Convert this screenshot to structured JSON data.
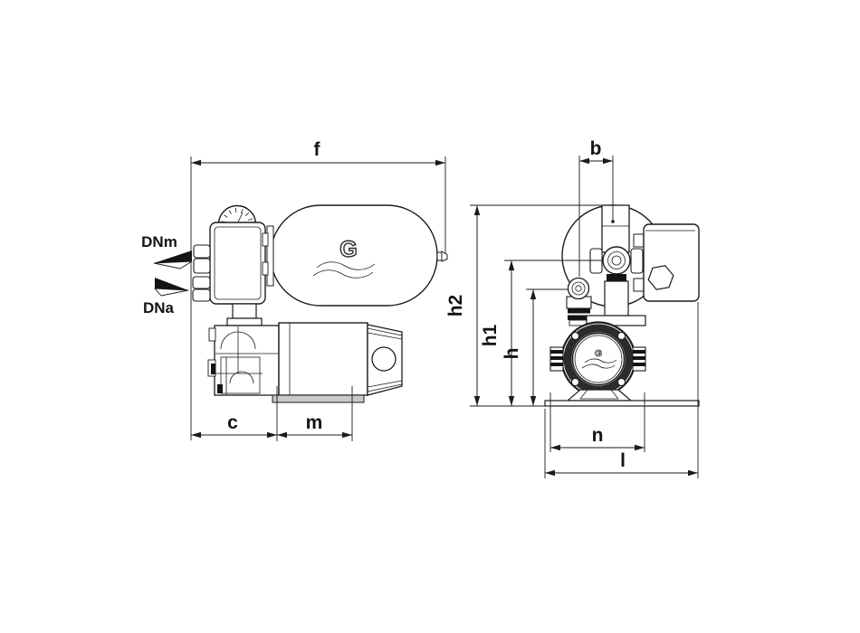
{
  "page": {
    "background": "#ffffff",
    "colors": {
      "line": "#1c1c1c",
      "fill": "#ffffff",
      "base_plate": "#c9c9c9",
      "gasket": "#141414"
    }
  },
  "drawing": {
    "dimensions": {
      "f": "f",
      "b": "b",
      "h2": "h2",
      "h1": "h1",
      "h": "h",
      "c": "c",
      "m": "m",
      "n": "n",
      "l": "l"
    },
    "connections": {
      "delivery": "DNm",
      "suction": "DNa"
    },
    "logo": {
      "letter": "G"
    }
  }
}
